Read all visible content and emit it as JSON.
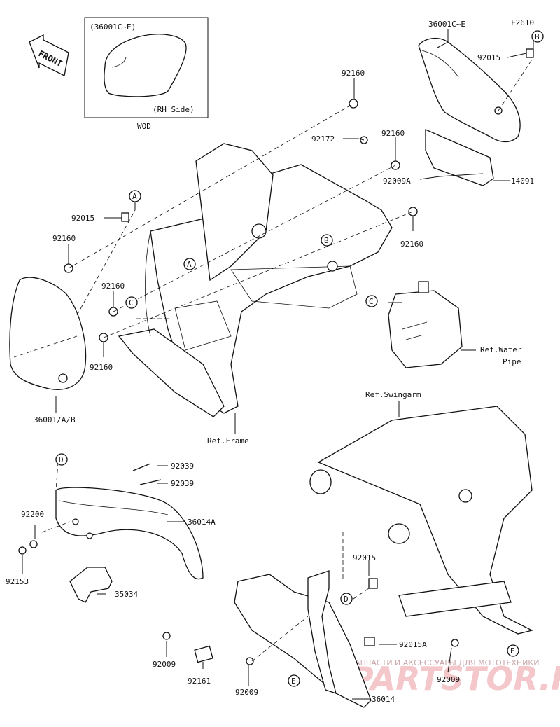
{
  "figure_code": "F2610",
  "front_label": "FRONT",
  "inset": {
    "title": "(36001C~E)",
    "side": "(RH Side)",
    "note": "WOD"
  },
  "parts": {
    "p36001CE_top": "36001C~E",
    "p92015_b": "92015",
    "p92160_a": "92160",
    "p92160_b": "92160",
    "p92172": "92172",
    "p92009A": "92009A",
    "p14091": "14091",
    "p92160_c": "92160",
    "p92015_a": "92015",
    "p92160_d": "92160",
    "p92160_e": "92160",
    "p92160_f": "92160",
    "p36001AB": "36001/A/B",
    "ref_frame": "Ref.Frame",
    "ref_water_1": "Ref.Water",
    "ref_water_2": "Pipe",
    "ref_swingarm": "Ref.Swingarm",
    "p92039_a": "92039",
    "p92039_b": "92039",
    "p36014A": "36014A",
    "p92200": "92200",
    "p92153": "92153",
    "p35034": "35034",
    "p92015_c": "92015",
    "p92015A": "92015A",
    "p92009_a": "92009",
    "p92161": "92161",
    "p92009_b": "92009",
    "p92009_c": "92009",
    "p36014": "36014"
  },
  "callouts": {
    "a1": "A",
    "a2": "A",
    "b1": "B",
    "b2": "B",
    "c1": "C",
    "c2": "C",
    "d1": "D",
    "d2": "D",
    "e1": "E",
    "e2": "E"
  },
  "watermark": {
    "tagline": "ЗАПЧАСТИ И АКСЕССУАРЫ ДЛЯ МОТОТЕХНИКИ",
    "brand": "PARTSTOR.RU"
  }
}
